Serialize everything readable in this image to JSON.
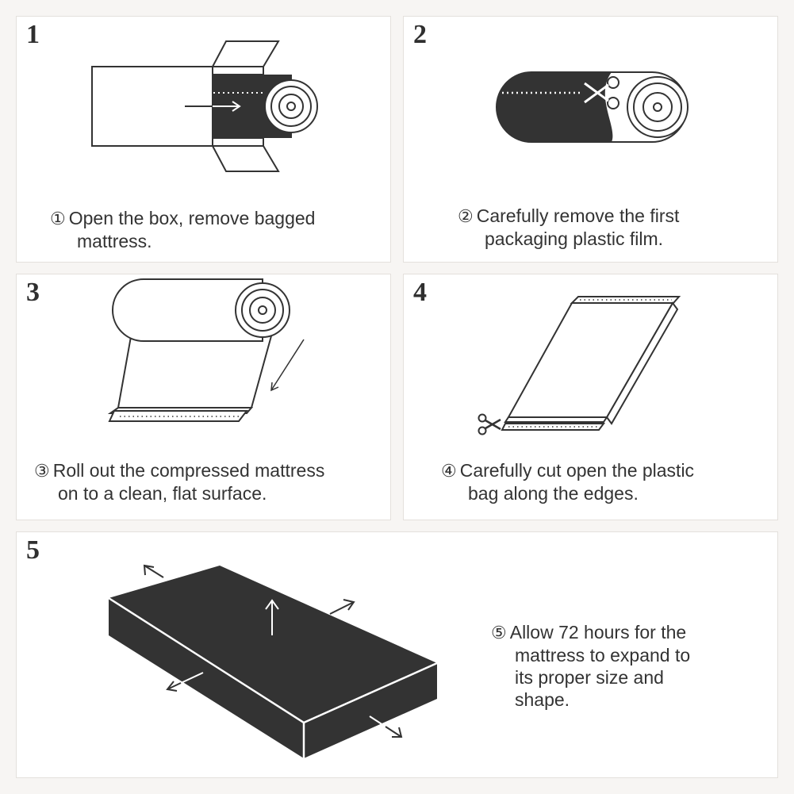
{
  "colors": {
    "background": "#f7f5f3",
    "panel": "#ffffff",
    "panel_border": "#e4e0dc",
    "ink": "#333333"
  },
  "steps": [
    {
      "number": "1",
      "marker": "①",
      "line1": "Open the box, remove bagged",
      "line2": "mattress.",
      "illustration": "box-with-rolled-mattress-sliding-out-icon"
    },
    {
      "number": "2",
      "marker": "②",
      "line1": "Carefully remove the first",
      "line2": "packaging plastic film.",
      "illustration": "rolled-mattress-with-scissors-cutting-film-icon"
    },
    {
      "number": "3",
      "marker": "③",
      "line1": "Roll out the compressed mattress",
      "line2": "on to a clean, flat surface.",
      "illustration": "mattress-unrolling-icon"
    },
    {
      "number": "4",
      "marker": "④",
      "line1": "Carefully cut open the plastic",
      "line2": "bag along the edges.",
      "illustration": "flat-mattress-bag-with-scissors-icon"
    },
    {
      "number": "5",
      "marker": "⑤",
      "line1": "Allow 72 hours for the",
      "line2": "mattress to expand to",
      "line3": "its proper size and",
      "line4": "shape.",
      "illustration": "expanding-mattress-block-icon"
    }
  ]
}
